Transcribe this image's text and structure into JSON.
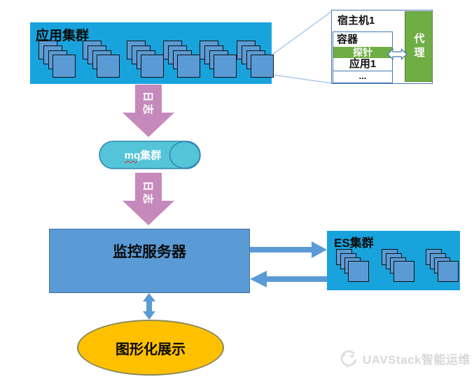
{
  "app_cluster": {
    "label": "应用集群"
  },
  "host_detail": {
    "host": "宿主机1",
    "container": "容器",
    "probe": "探针",
    "app": "应用1",
    "more": "...",
    "agent": "代理"
  },
  "flows": {
    "log1": "日志",
    "log2": "日志"
  },
  "mq_cluster": {
    "prefix": "mq",
    "suffix": "集群"
  },
  "monitor_server": {
    "label": "监控服务器"
  },
  "es_cluster": {
    "label": "ES集群"
  },
  "display": {
    "label": "图形化展示"
  },
  "watermark": {
    "label": "UAVStack智能运维"
  },
  "colors": {
    "cluster_cyan": "#18A3DD",
    "node_blue": "#5B9BD5",
    "node_border": "#111111",
    "arrow_pink": "#C689BB",
    "mq_teal": "#54C4D9",
    "mq_border": "#3087AE",
    "server_border": "#41719C",
    "green": "#6FAE44",
    "green_border": "#56862F",
    "orange": "#FFC000",
    "orange_border": "#8A8A5E",
    "detail_border": "#4677B4",
    "callout_line": "#9DC3E6",
    "watermark_gray": "#D8D8D8"
  }
}
